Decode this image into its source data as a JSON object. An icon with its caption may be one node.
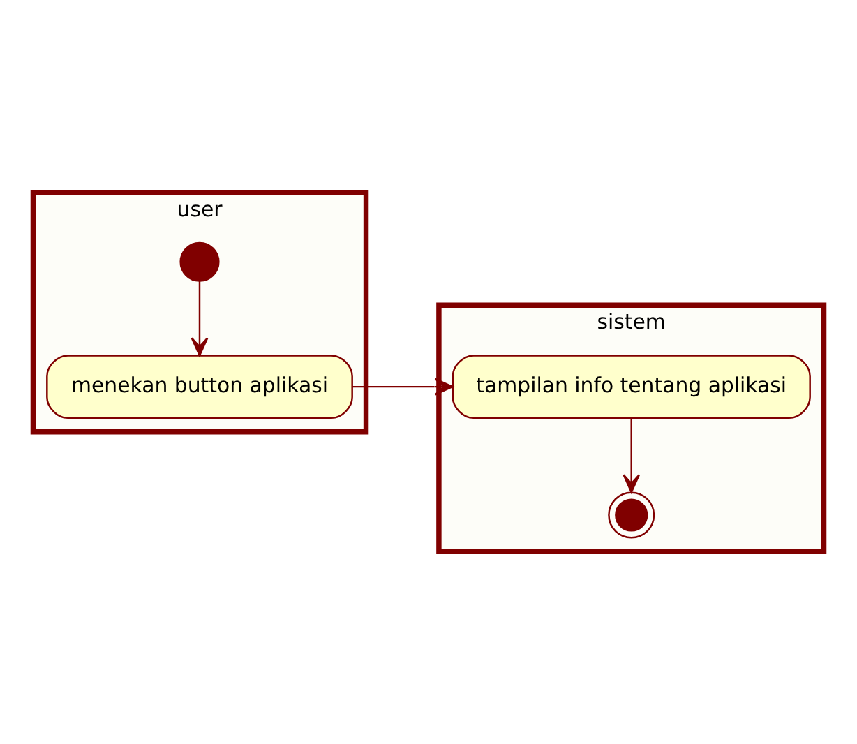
{
  "diagram": {
    "nodes": [
      {
        "text": [
          "user"
        ]
      },
      {
        "text": [
          "sistem"
        ]
      },
      {
        "text": [],
        "shape": "circle",
        "in": 0
      },
      {
        "text": [
          "menekan button aplikasi"
        ],
        "in": 0
      },
      {
        "text": [
          "tampilan info tentang aplikasi"
        ],
        "in": 1
      },
      {
        "text": [],
        "shape": "bullseye",
        "in": 1
      }
    ],
    "edges": [
      {
        "from": 2,
        "to": 3,
        "arrow": "to"
      },
      {
        "from": 3,
        "to": 4,
        "arrow": "to"
      },
      {
        "from": 4,
        "to": 5,
        "arrow": "to"
      }
    ]
  }
}
